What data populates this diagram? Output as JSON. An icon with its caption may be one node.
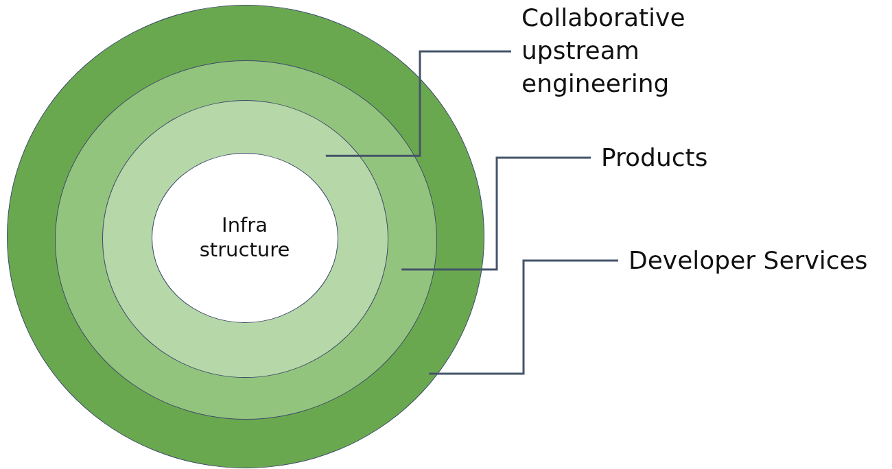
{
  "diagram": {
    "nodes": [
      {
        "text": [],
        "shape": "circle"
      },
      {
        "text": [],
        "shape": "circle",
        "in": 0
      },
      {
        "text": [],
        "shape": "circle",
        "in": 1
      },
      {
        "text": [
          "Infra structure"
        ],
        "in": 2
      },
      {
        "text": [
          "Collaborative upstream engineering"
        ]
      },
      {
        "text": [
          "Products"
        ]
      },
      {
        "text": [
          "Developer Services"
        ]
      }
    ],
    "edges": [
      {
        "from": 4,
        "to": 2,
        "arrow": "none"
      },
      {
        "from": 5,
        "to": 1,
        "arrow": "none"
      },
      {
        "from": 6,
        "to": 0,
        "arrow": "none"
      }
    ]
  }
}
